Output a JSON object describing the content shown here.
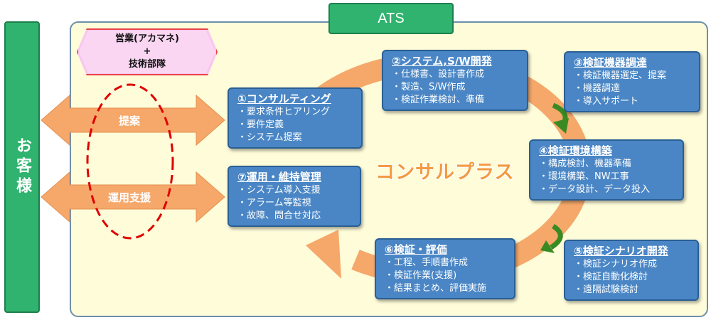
{
  "customer": {
    "label": "お客様"
  },
  "ats": {
    "label": "ATS"
  },
  "team": {
    "line1": "営業(アカマネ)",
    "line2": "+",
    "line3": "技術部隊"
  },
  "arrows": {
    "proposal": "提案",
    "support": "運用支援"
  },
  "cycle_title": "コンサルプラス",
  "steps": [
    {
      "title": "①コンサルティング",
      "items": [
        "要求条件ヒアリング",
        "要件定義",
        "システム提案"
      ]
    },
    {
      "title": "②システム,S/W開発",
      "items": [
        "仕様書、設計書作成",
        "製造、S/W作成",
        "検証作業検討、準備"
      ]
    },
    {
      "title": "③検証機器調達",
      "items": [
        "検証機器選定、提案",
        "機器調達",
        "導入サポート"
      ]
    },
    {
      "title": "④検証環境構築",
      "items": [
        "構成検討、機器準備",
        "環境構築、NW工事",
        "データ設計、データ投入"
      ]
    },
    {
      "title": "⑤検証シナリオ開発",
      "items": [
        "検証シナリオ作成",
        "検証自動化検討",
        "遠隔試験検討"
      ]
    },
    {
      "title": "⑥検証・評価",
      "items": [
        "工程、手順書作成",
        "検証作業(支援)",
        "結果まとめ、評価実施"
      ]
    },
    {
      "title": "⑦運用・維持管理",
      "items": [
        "システム導入支援",
        "アラーム等監視",
        "故障、問合せ対応"
      ]
    }
  ],
  "colors": {
    "green": "#2fb36e",
    "step_blue": "#4a86c5",
    "cycle_orange": "#f5a86a",
    "frame_yellow": "#fefcd9",
    "team_pink": "#f8c7f0",
    "dashed_red": "#e00000"
  }
}
